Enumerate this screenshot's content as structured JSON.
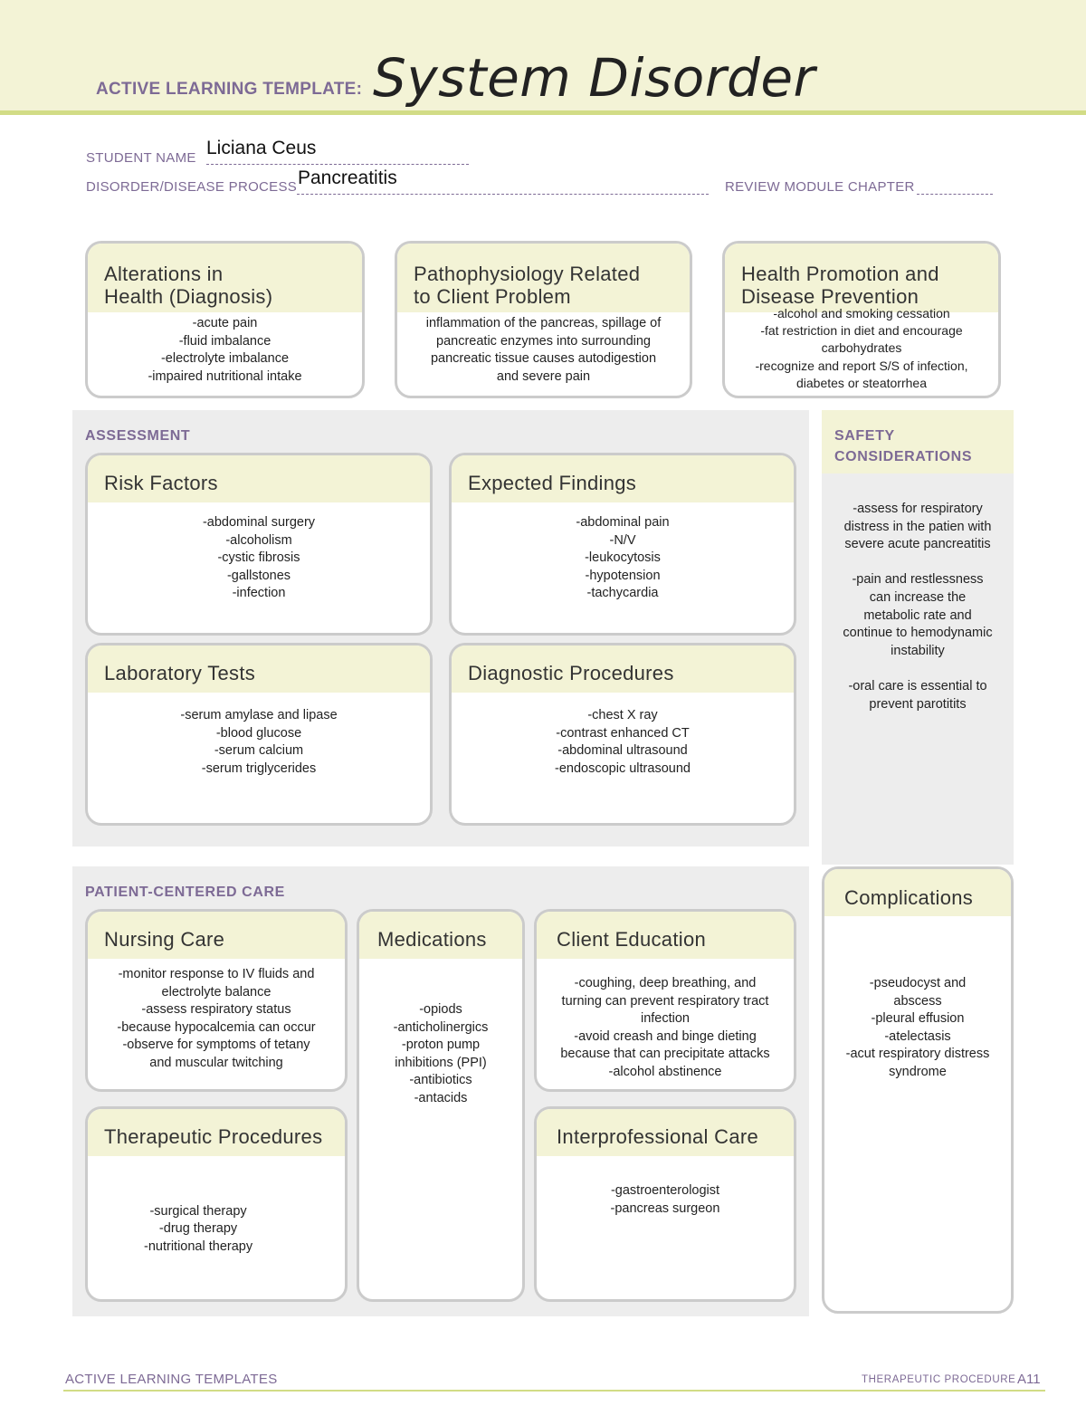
{
  "header": {
    "label": "ACTIVE LEARNING TEMPLATE:",
    "title": "System Disorder"
  },
  "fields": {
    "student_name_label": "STUDENT NAME",
    "student_name_value": "Liciana Ceus",
    "disorder_label": "DISORDER/DISEASE PROCESS",
    "disorder_value": "Pancreatitis",
    "review_module_label": "REVIEW MODULE CHAPTER",
    "review_module_value": ""
  },
  "top_boxes": {
    "alterations": {
      "title": "Alterations in\nHealth (Diagnosis)",
      "body": "-acute pain\n-fluid imbalance\n-electrolyte imbalance\n-impaired nutritional intake"
    },
    "pathophysiology": {
      "title": "Pathophysiology Related\nto Client Problem",
      "body": "inflammation of the pancreas, spillage of\npancreatic enzymes into surrounding\npancreatic tissue causes autodigestion\nand severe pain"
    },
    "health_promotion": {
      "title": "Health Promotion and\nDisease Prevention",
      "body": "-alcohol and smoking cessation\n-fat restriction in diet and encourage\ncarbohydrates\n-recognize and report S/S of infection,\ndiabetes or steatorrhea"
    }
  },
  "assessment": {
    "title": "ASSESSMENT",
    "risk_factors": {
      "title": "Risk Factors",
      "body": "-abdominal surgery\n-alcoholism\n-cystic fibrosis\n-gallstones\n-infection"
    },
    "expected_findings": {
      "title": "Expected Findings",
      "body": "-abdominal pain\n-N/V\n-leukocytosis\n-hypotension\n-tachycardia"
    },
    "laboratory_tests": {
      "title": "Laboratory Tests",
      "body": "-serum amylase and lipase\n-blood glucose\n-serum calcium\n-serum triglycerides"
    },
    "diagnostic_procedures": {
      "title": "Diagnostic Procedures",
      "body": "-chest X ray\n-contrast enhanced CT\n-abdominal ultrasound\n-endoscopic ultrasound"
    }
  },
  "safety": {
    "title": "SAFETY\nCONSIDERATIONS",
    "body": "-assess for respiratory\ndistress in the patien with\nsevere acute pancreatitis\n\n-pain and restlessness\ncan increase the\nmetabolic rate and\ncontinue to hemodynamic\ninstability\n\n-oral care is essential to\nprevent parotitits"
  },
  "patient_care": {
    "title": "PATIENT-CENTERED CARE",
    "nursing_care": {
      "title": "Nursing Care",
      "body": "-monitor response to IV fluids and\nelectrolyte balance\n-assess respiratory status\n-because hypocalcemia can occur\n-observe for symptoms of tetany\nand muscular twitching"
    },
    "medications": {
      "title": "Medications",
      "body": "-opiods\n-anticholinergics\n-proton pump\ninhibitions (PPI)\n-antibiotics\n-antacids"
    },
    "client_education": {
      "title": "Client Education",
      "body": "-coughing, deep breathing, and\nturning can prevent respiratory tract\ninfection\n-avoid creash and binge dieting\nbecause that can precipitate attacks\n-alcohol abstinence"
    },
    "therapeutic_procedures": {
      "title": "Therapeutic Procedures",
      "body": "-surgical therapy\n-drug therapy\n-nutritional therapy"
    },
    "interprofessional_care": {
      "title": "Interprofessional Care",
      "body": "-gastroenterologist\n-pancreas surgeon"
    }
  },
  "complications": {
    "title": "Complications",
    "body": "-pseudocyst and\nabscess\n-pleural effusion\n-atelectasis\n-acut respiratory distress\nsyndrome"
  },
  "footer": {
    "left": "ACTIVE LEARNING TEMPLATES",
    "right": "THERAPEUTIC PROCEDURE",
    "page": "A11"
  }
}
